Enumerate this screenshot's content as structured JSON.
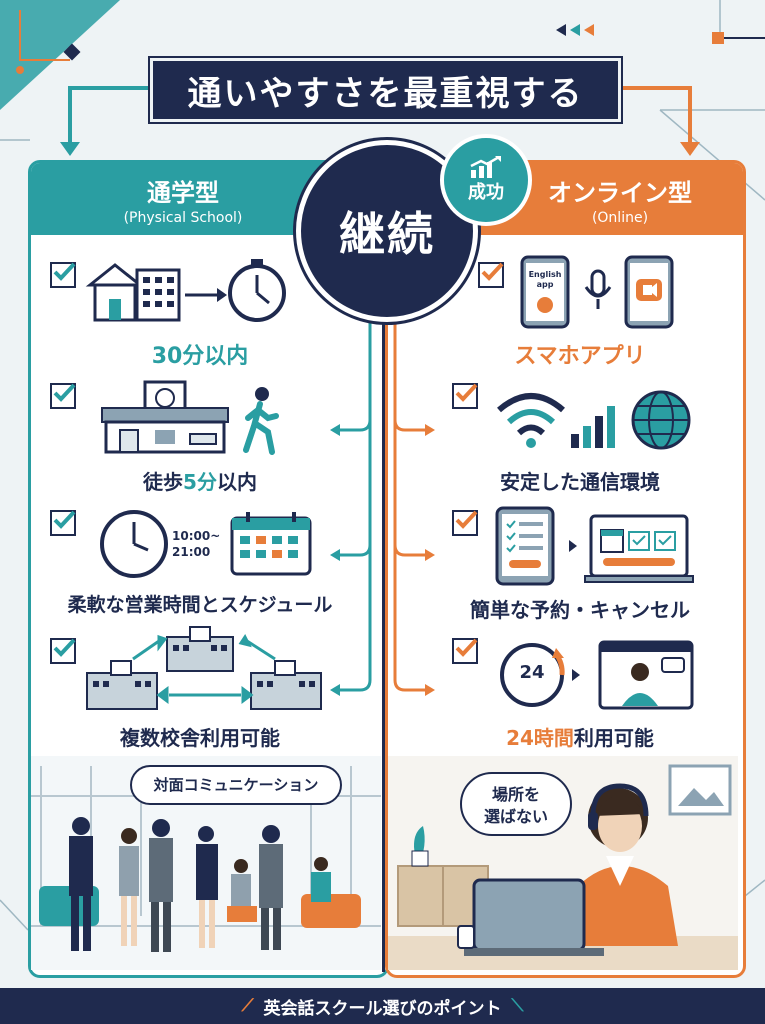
{
  "title": "通いやすさを最重視する",
  "center": {
    "label": "継続",
    "badge": "成功"
  },
  "left_column": {
    "heading": "通学型",
    "subheading": "(Physical School)",
    "items": [
      {
        "label": "30分以内",
        "icon": "house-building-clock-icon"
      },
      {
        "label_pre": "徒歩",
        "label_hl": "5分",
        "label_post": "以内",
        "icon": "station-walking-icon"
      },
      {
        "label": "柔軟な営業時間とスケジュール",
        "time_text": "10:00~\n21:00",
        "icon": "clock-calendar-icon"
      },
      {
        "label": "複数校舎利用可能",
        "icon": "multiple-buildings-icon"
      }
    ],
    "bubble": "対面コミュニケーション"
  },
  "right_column": {
    "heading": "オンライン型",
    "subheading": "(Online)",
    "items": [
      {
        "label": "スマホアプリ",
        "phone_text": "English app",
        "icon": "smartphone-mic-icon"
      },
      {
        "label": "安定した通信環境",
        "icon": "wifi-signal-globe-icon"
      },
      {
        "label": "簡単な予約・キャンセル",
        "icon": "tablet-laptop-booking-icon"
      },
      {
        "label_hl": "24時間",
        "label_post": "利用可能",
        "clock_text": "24",
        "icon": "24h-video-call-icon"
      }
    ],
    "bubble": "場所を\n選ばない"
  },
  "footer": "英会話スクール選びのポイント",
  "colors": {
    "teal": "#2a9ea2",
    "orange": "#e77d3a",
    "navy": "#1f2a4e",
    "background": "#eef3f5"
  }
}
